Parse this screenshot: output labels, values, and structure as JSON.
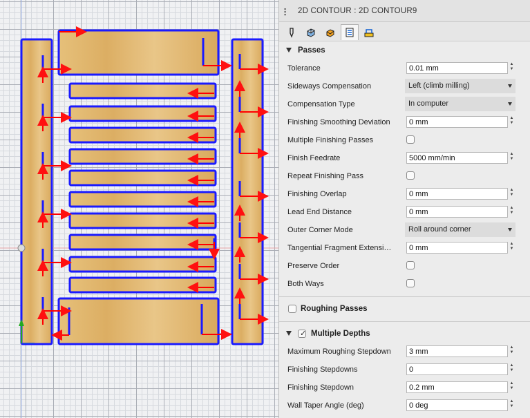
{
  "panel": {
    "title": "2D CONTOUR : 2D CONTOUR9",
    "tabs": [
      {
        "name": "tool-tab-icon"
      },
      {
        "name": "geometry-tab-icon"
      },
      {
        "name": "heights-tab-icon"
      },
      {
        "name": "passes-tab-icon"
      },
      {
        "name": "linking-tab-icon"
      }
    ],
    "passes_section": {
      "label": "Passes",
      "tolerance": {
        "label": "Tolerance",
        "value": "0.01 mm"
      },
      "sideways_compensation": {
        "label": "Sideways Compensation",
        "value": "Left (climb milling)"
      },
      "compensation_type": {
        "label": "Compensation Type",
        "value": "In computer"
      },
      "finishing_smoothing_deviation": {
        "label": "Finishing Smoothing Deviation",
        "value": "0 mm"
      },
      "multiple_finishing_passes": {
        "label": "Multiple Finishing Passes",
        "checked": false
      },
      "finish_feedrate": {
        "label": "Finish Feedrate",
        "value": "5000 mm/min"
      },
      "repeat_finishing_pass": {
        "label": "Repeat Finishing Pass",
        "checked": false
      },
      "finishing_overlap": {
        "label": "Finishing Overlap",
        "value": "0 mm"
      },
      "lead_end_distance": {
        "label": "Lead End Distance",
        "value": "0 mm"
      },
      "outer_corner_mode": {
        "label": "Outer Corner Mode",
        "value": "Roll around corner"
      },
      "tangential_fragment_extension": {
        "label": "Tangential Fragment Extensi…",
        "value": "0 mm"
      },
      "preserve_order": {
        "label": "Preserve Order",
        "checked": false
      },
      "both_ways": {
        "label": "Both Ways",
        "checked": false
      }
    },
    "roughing_passes": {
      "label": "Roughing Passes",
      "checked": false
    },
    "multiple_depths": {
      "label": "Multiple Depths",
      "checked": true,
      "max_roughing_stepdown": {
        "label": "Maximum Roughing Stepdown",
        "value": "3 mm"
      },
      "finishing_stepdowns": {
        "label": "Finishing Stepdowns",
        "value": "0"
      },
      "finishing_stepdown": {
        "label": "Finishing Stepdown",
        "value": "0.2 mm"
      },
      "wall_taper_angle": {
        "label": "Wall Taper Angle (deg)",
        "value": "0 deg"
      }
    }
  },
  "colors": {
    "toolpath": "#1a1aff",
    "arrow": "#ff0000",
    "wood": "#e2b86c"
  }
}
